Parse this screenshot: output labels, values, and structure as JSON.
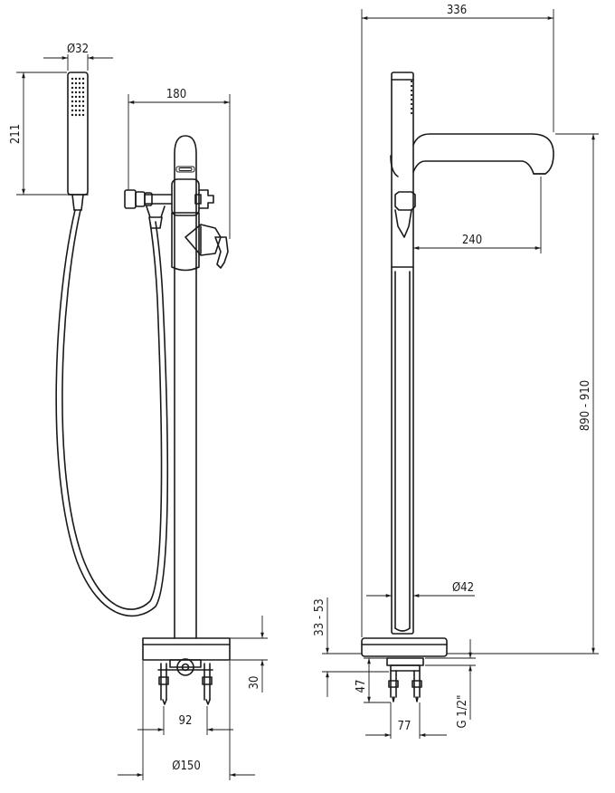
{
  "dimensions": {
    "handshower_diameter": "Ø32",
    "handshower_length": "211",
    "front_width": "180",
    "overall_width": "336",
    "spout_reach": "240",
    "height_range": "890 - 910",
    "column_diameter": "Ø42",
    "base_height": "33 - 53",
    "front_leg_height": "30",
    "leg_spacing": "92",
    "base_diameter": "Ø150",
    "side_leg_height": "47",
    "side_leg_spacing": "77",
    "thread": "G 1/2\""
  }
}
